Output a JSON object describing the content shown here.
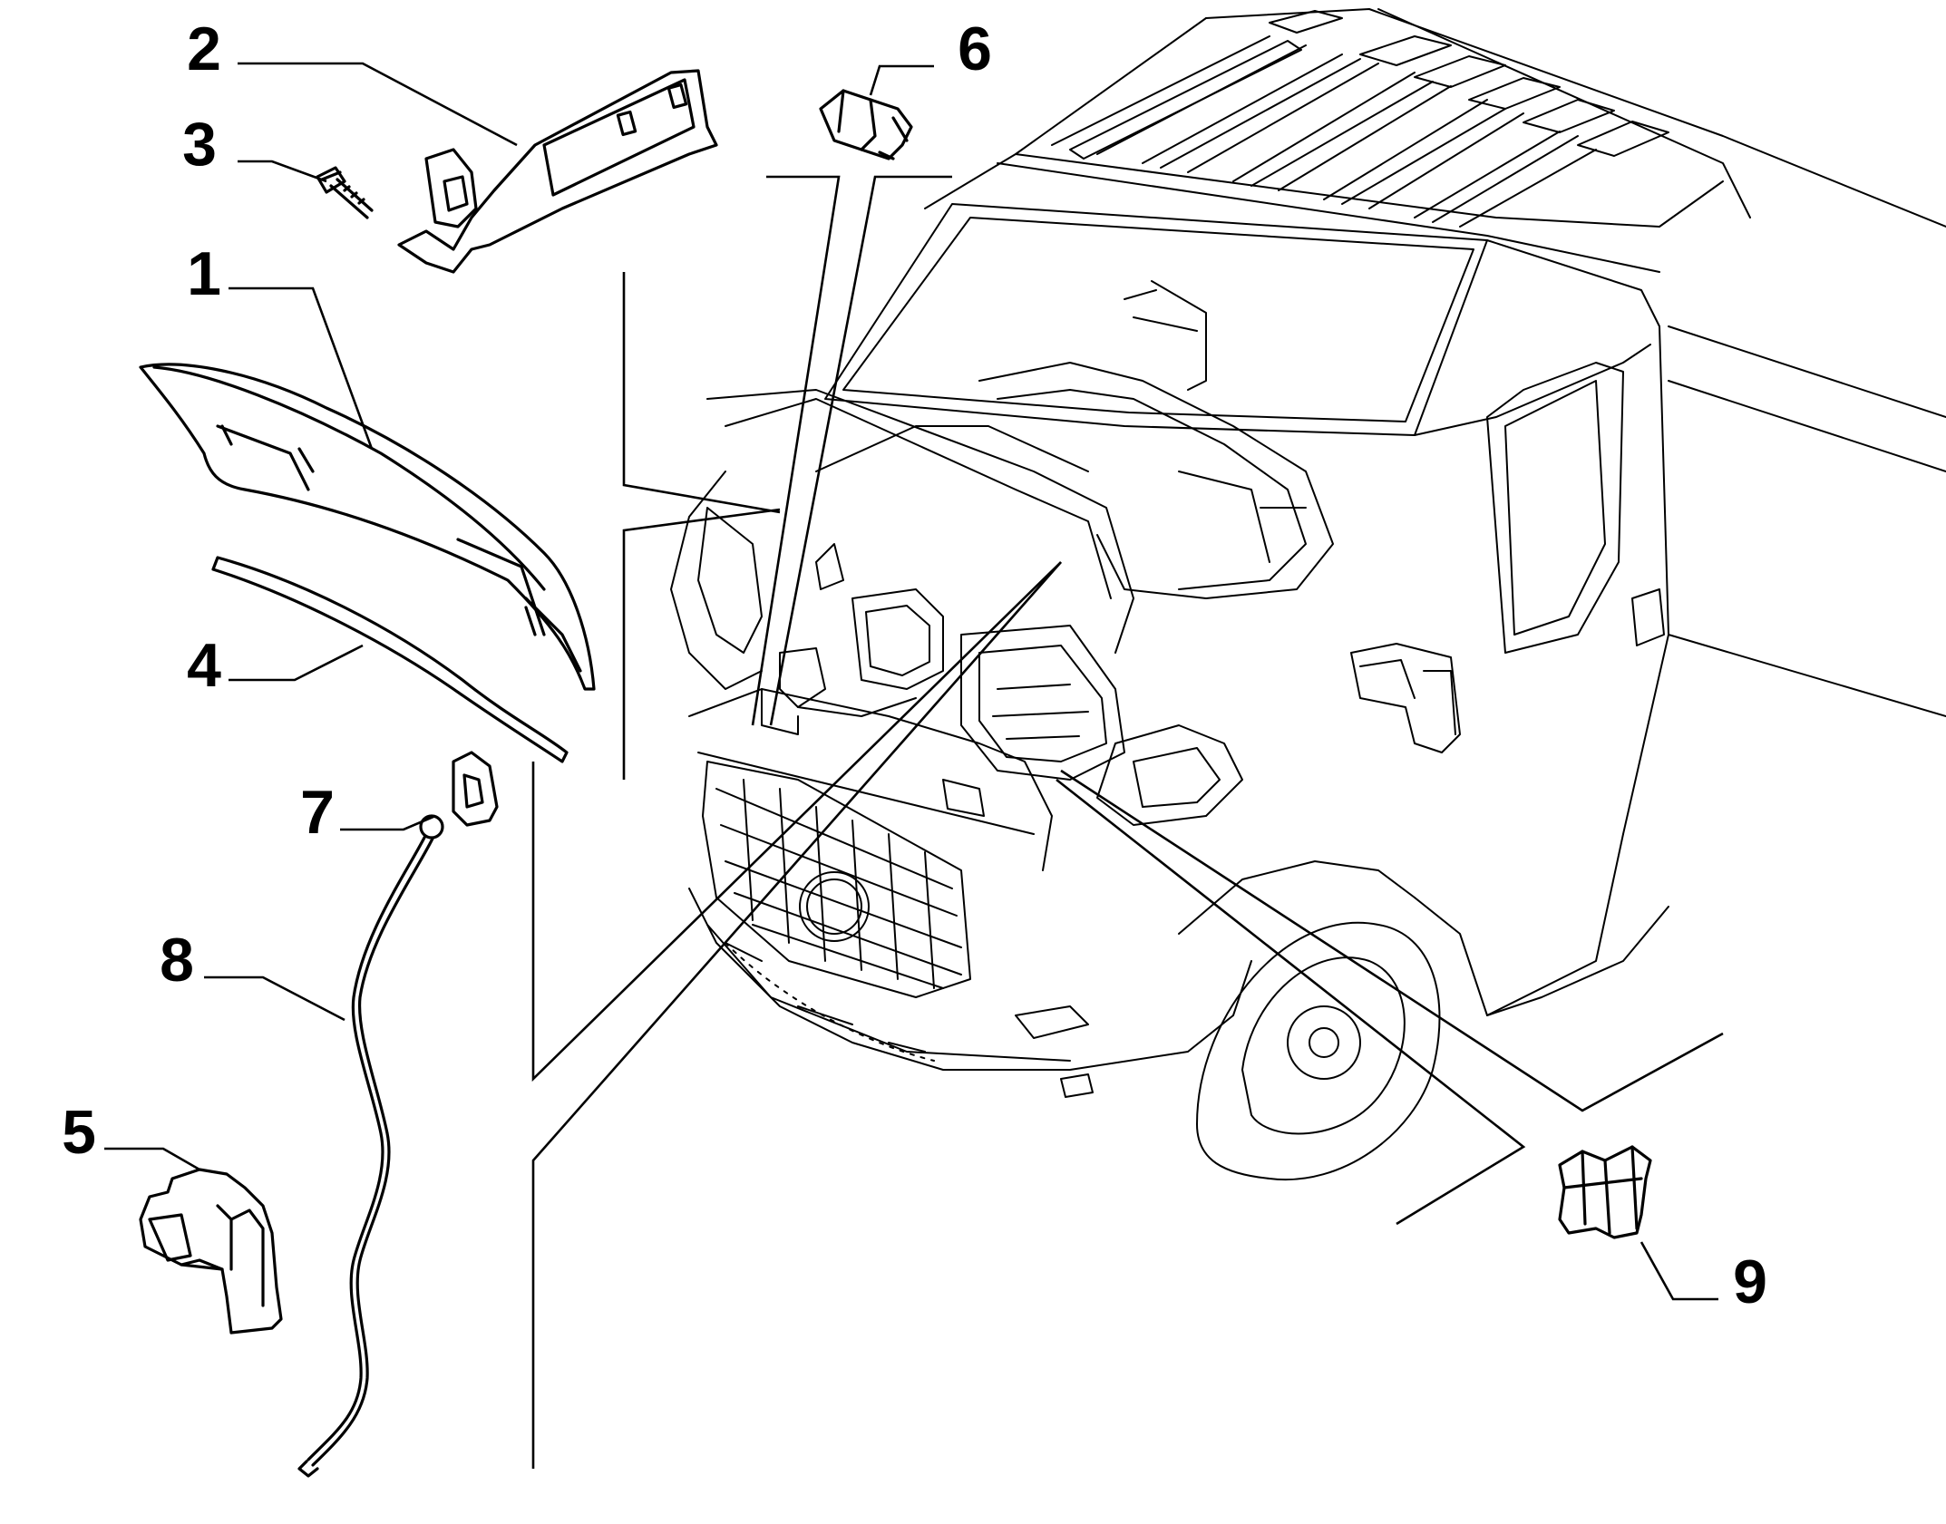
{
  "diagram": {
    "type": "exploded-parts-view",
    "labels": [
      {
        "id": "1",
        "text": "1"
      },
      {
        "id": "2",
        "text": "2"
      },
      {
        "id": "3",
        "text": "3"
      },
      {
        "id": "4",
        "text": "4"
      },
      {
        "id": "5",
        "text": "5"
      },
      {
        "id": "6",
        "text": "6"
      },
      {
        "id": "7",
        "text": "7"
      },
      {
        "id": "8",
        "text": "8"
      },
      {
        "id": "9",
        "text": "9"
      }
    ],
    "parts": [
      {
        "ref": "1",
        "icon": "bonnet-panel-icon"
      },
      {
        "ref": "2",
        "icon": "hinge-bracket-icon"
      },
      {
        "ref": "3",
        "icon": "screw-icon"
      },
      {
        "ref": "4",
        "icon": "seal-strip-icon"
      },
      {
        "ref": "5",
        "icon": "clip-bracket-icon"
      },
      {
        "ref": "6",
        "icon": "buffer-stud-icon"
      },
      {
        "ref": "7",
        "icon": "grommet-icon"
      },
      {
        "ref": "8",
        "icon": "support-rod-icon"
      },
      {
        "ref": "9",
        "icon": "rod-clip-icon"
      }
    ],
    "main_image_icon": "van-front-open-bonnet-icon",
    "line_color": "#000000",
    "background_color": "#ffffff"
  }
}
